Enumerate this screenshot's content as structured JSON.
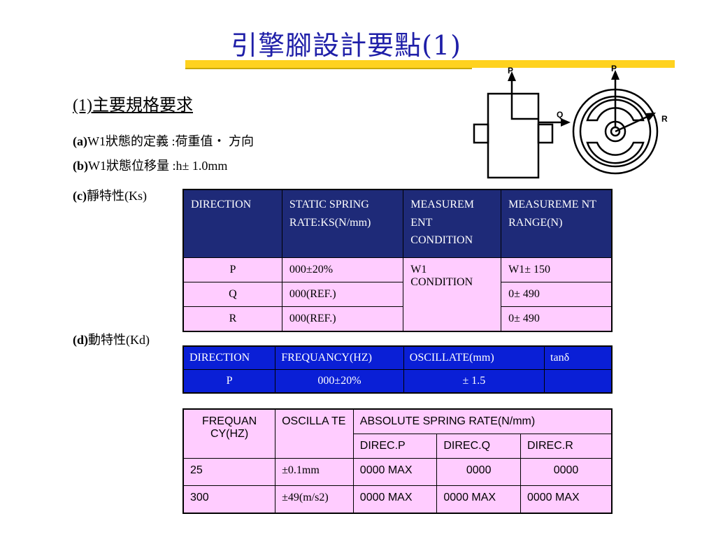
{
  "title": "引擎腳設計要點(1)",
  "heading": "(1)主要規格要求",
  "specs": {
    "a": {
      "letter": "(a)",
      "text": "W1狀態的定義 :荷重值‧ 方向"
    },
    "b": {
      "letter": "(b)",
      "text": "W1狀態位移量 :h± 1.0mm"
    },
    "c": {
      "letter": "(c)",
      "text": "靜特性(Ks)"
    },
    "d": {
      "letter": "(d)",
      "text": "動特性(Kd)"
    }
  },
  "diagram": {
    "label_p1": "P",
    "label_q": "Q",
    "label_p2": "P",
    "label_r": "R"
  },
  "static_table": {
    "headers": [
      "DIRECTION",
      "STATIC SPRING RATE:KS(N/mm)",
      "MEASUREM ENT",
      "CONDITION",
      "MEASUREME NT",
      "RANGE(N)"
    ],
    "rows": [
      {
        "direction": "P",
        "rate": "000±20%",
        "condition": "W1 CONDITION",
        "range": "W1± 150"
      },
      {
        "direction": "Q",
        "rate": "000(REF.)",
        "range": "0± 490"
      },
      {
        "direction": "R",
        "rate": "000(REF.)",
        "range": "0± 490"
      }
    ]
  },
  "dynamic_table": {
    "headers": [
      "DIRECTION",
      "FREQUANCY(HZ)",
      "OSCILLATE(mm)",
      "tanδ"
    ],
    "row": {
      "direction": "P",
      "freq": "000±20%",
      "osc": "± 1.5",
      "tan": ""
    }
  },
  "rate_table": {
    "headers": {
      "freq": "FREQUAN CY(HZ)",
      "osc": "OSCILLA TE",
      "group": "ABSOLUTE SPRING RATE(N/mm)",
      "p": "DIREC.P",
      "q": "DIREC.Q",
      "r": "DIREC.R"
    },
    "rows": [
      {
        "freq": "25",
        "osc": "±0.1mm",
        "p": "0000 MAX",
        "q": "0000",
        "r": "0000"
      },
      {
        "freq": "300",
        "osc": "±49(m/s2)",
        "p": "0000 MAX",
        "q": "0000 MAX",
        "r": "0000 MAX"
      }
    ]
  },
  "colors": {
    "title": "#1f1fa8",
    "accent_bar": "#ffd21f",
    "header_navy": "#1e2a78",
    "header_blue": "#0a1fd6",
    "cell_pink": "#ffccff"
  }
}
